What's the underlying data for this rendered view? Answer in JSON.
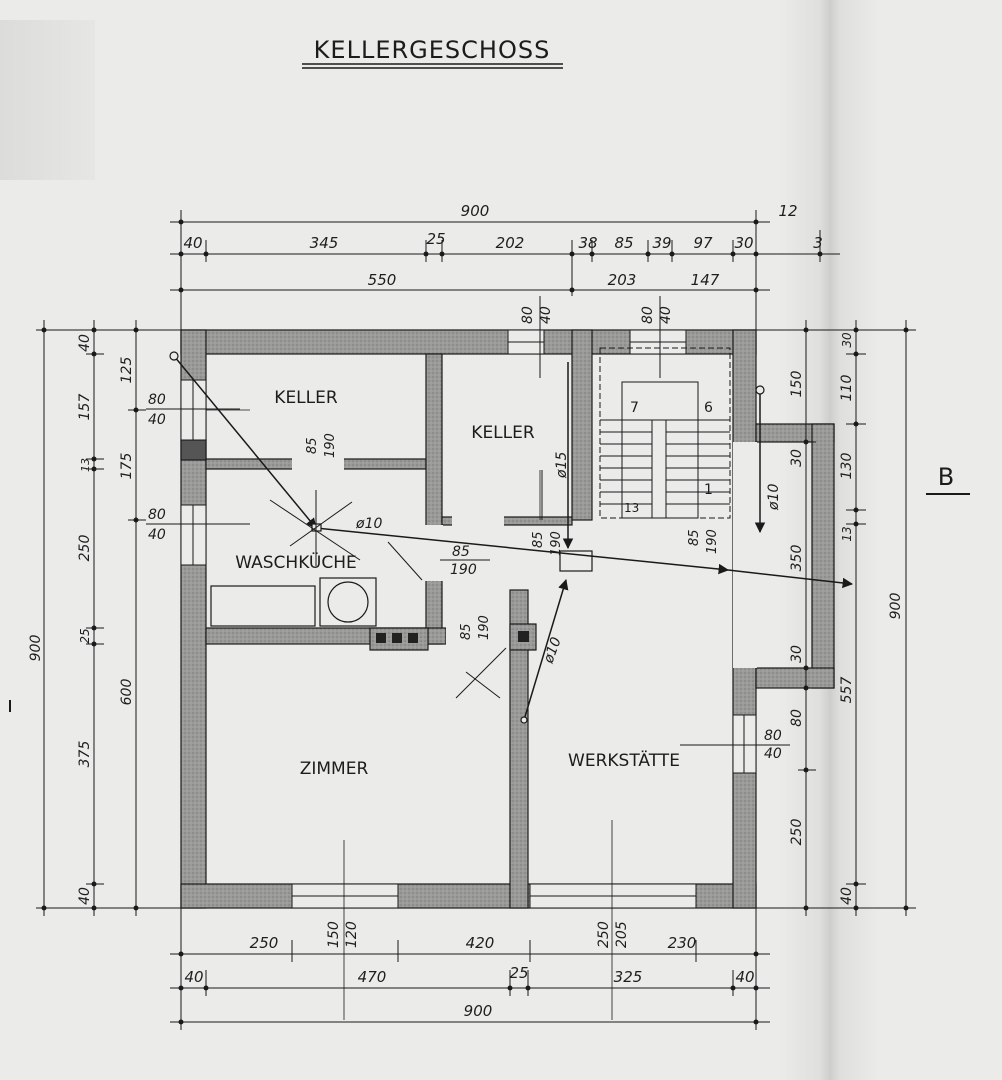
{
  "title": "KELLERGESCHOSS",
  "section_mark": "B",
  "rooms": {
    "keller_1": "KELLER",
    "keller_2": "KELLER",
    "waschkueche": "WASCHKÜCHE",
    "zimmer": "ZIMMER",
    "werkstaette": "WERKSTÄTTE"
  },
  "stairs": {
    "s7": "7",
    "s6": "6",
    "s1": "1",
    "s13": "13"
  },
  "dims_top": {
    "total": "900",
    "right_small": "12",
    "r1": [
      "40",
      "345",
      "25",
      "202",
      "38",
      "85",
      "39",
      "97",
      "30"
    ],
    "r1_right": "3",
    "r2": [
      "550",
      "203",
      "147"
    ]
  },
  "dims_bottom": {
    "r1": [
      "250",
      "150",
      "120",
      "420",
      "250",
      "205",
      "230"
    ],
    "r2": [
      "40",
      "470",
      "25",
      "325",
      "40"
    ],
    "total": "900"
  },
  "dims_left": {
    "total": "900",
    "outer": [
      "40",
      "157",
      "13",
      "250",
      "25",
      "375",
      "40"
    ],
    "inner": [
      "125",
      "175",
      "600"
    ]
  },
  "dims_right": {
    "total": "900",
    "outer": [
      "30",
      "110",
      "130",
      "13",
      "557",
      "40"
    ],
    "inner": [
      "150",
      "30",
      "350",
      "30",
      "80",
      "250"
    ]
  },
  "openings": {
    "w1a": "80",
    "w1b": "40",
    "w2a": "80",
    "w2b": "40",
    "w3a": "80",
    "w3b": "40",
    "w4a": "80",
    "w4b": "40",
    "w5a": "80",
    "w5b": "40",
    "d1a": "85",
    "d1b": "190",
    "d2a": "85",
    "d2b": "190",
    "d3a": "85",
    "d3b": "190",
    "d4a": "85",
    "d4b": "190",
    "d5a": "85",
    "d5b": "190"
  },
  "pipes": {
    "p1": "ø10",
    "p2": "ø15",
    "p3": "ø10",
    "p4": "ø10"
  }
}
